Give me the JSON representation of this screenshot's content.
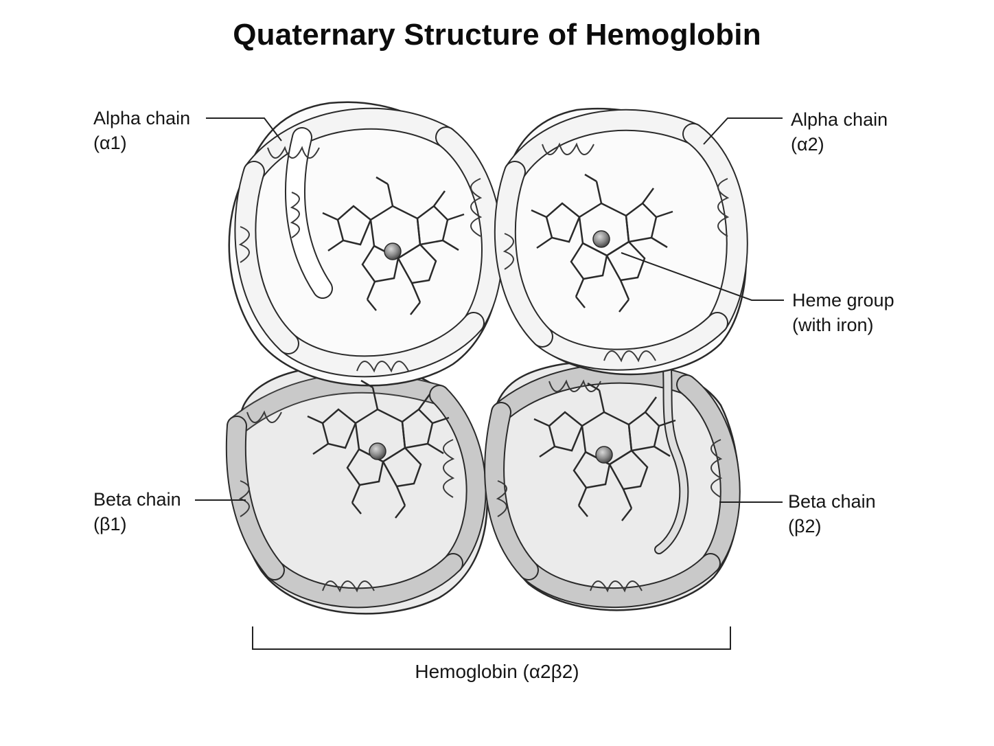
{
  "title": "Quaternary Structure of Hemoglobin",
  "labels": {
    "alpha1": {
      "line1": "Alpha chain",
      "line2": "(α1)"
    },
    "alpha2": {
      "line1": "Alpha chain",
      "line2": "(α2)"
    },
    "heme": {
      "line1": "Heme group",
      "line2": "(with iron)"
    },
    "beta1": {
      "line1": "Beta chain",
      "line2": "(β1)"
    },
    "beta2": {
      "line1": "Beta chain",
      "line2": "(β2)"
    }
  },
  "bottom_label": "Hemoglobin (α2β2)",
  "colors": {
    "alpha_ribbon": "#f4f4f4",
    "beta_ribbon": "#c9c9c9",
    "outline": "#2a2a2a",
    "iron": "#8a8a8a"
  }
}
